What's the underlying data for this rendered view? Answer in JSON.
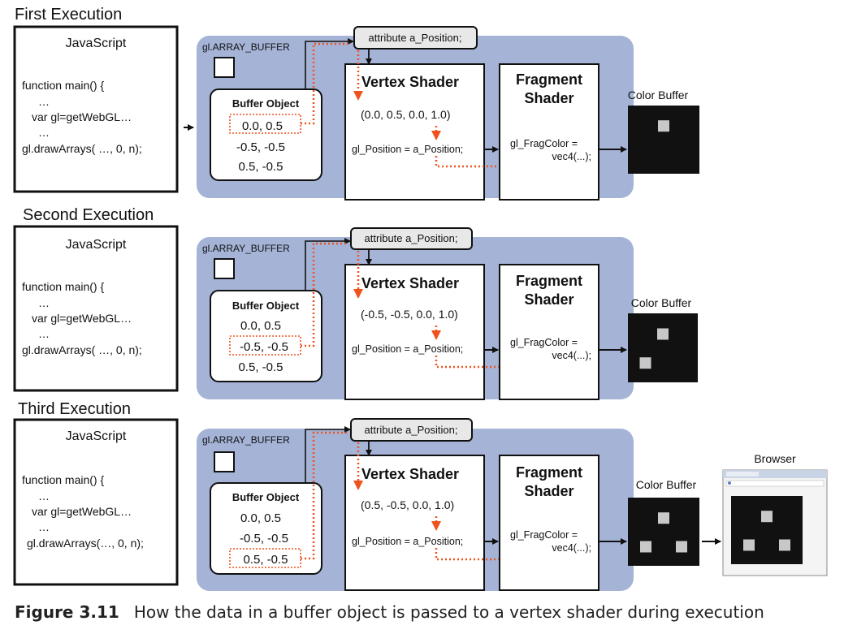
{
  "rows": [
    {
      "title": "First Execution",
      "js_title": "JavaScript",
      "js_lines": [
        "function main() {",
        "…",
        "var gl=getWebGL…",
        "…",
        "gl.drawArrays( …, 0, n);"
      ],
      "buffer_label": "gl.ARRAY_BUFFER",
      "buffer_object_title": "Buffer Object",
      "buffer_values": [
        "0.0,  0.5",
        "-0.5, -0.5",
        "0.5, -0.5"
      ],
      "highlight_index": 0,
      "attribute": "attribute a_Position;",
      "vertex_title": "Vertex Shader",
      "vertex_value": "(0.0,  0.5, 0.0, 1.0)",
      "vertex_assign": "gl_Position = a_Position;",
      "fragment_title": [
        "Fragment",
        "Shader"
      ],
      "fragment_code": [
        "gl_FragColor =",
        "vec4(...);"
      ],
      "color_buffer": "Color Buffer",
      "points": [
        [
          0.5,
          0.3
        ]
      ]
    },
    {
      "title": "Second Execution",
      "js_title": "JavaScript",
      "js_lines": [
        "function main() {",
        "…",
        "var gl=getWebGL…",
        "…",
        "gl.drawArrays( …, 0, n);"
      ],
      "buffer_label": "gl.ARRAY_BUFFER",
      "buffer_object_title": "Buffer Object",
      "buffer_values": [
        "0.0,  0.5",
        "-0.5, -0.5",
        "0.5, -0.5"
      ],
      "highlight_index": 1,
      "attribute": "attribute a_Position;",
      "vertex_title": "Vertex Shader",
      "vertex_value": "(-0.5,  -0.5, 0.0, 1.0)",
      "vertex_assign": "gl_Position = a_Position;",
      "fragment_title": [
        "Fragment",
        "Shader"
      ],
      "fragment_code": [
        "gl_FragColor =",
        "vec4(...);"
      ],
      "color_buffer": "Color Buffer",
      "points": [
        [
          0.5,
          0.3
        ],
        [
          0.25,
          0.72
        ]
      ]
    },
    {
      "title": "Third Execution",
      "js_title": "JavaScript",
      "js_lines": [
        "function main() {",
        "…",
        "var gl=getWebGL…",
        "…",
        "gl.drawArrays(…, 0, n);"
      ],
      "buffer_label": "gl.ARRAY_BUFFER",
      "buffer_object_title": "Buffer Object",
      "buffer_values": [
        "0.0,  0.5",
        "-0.5, -0.5",
        "0.5, -0.5"
      ],
      "highlight_index": 2,
      "attribute": "attribute a_Position;",
      "vertex_title": "Vertex Shader",
      "vertex_value": "(0.5,  -0.5, 0.0, 1.0)",
      "vertex_assign": "gl_Position = a_Position;",
      "fragment_title": [
        "Fragment",
        "Shader"
      ],
      "fragment_code": [
        "gl_FragColor =",
        "vec4(...);"
      ],
      "color_buffer": "Color Buffer",
      "points": [
        [
          0.5,
          0.3
        ],
        [
          0.25,
          0.72
        ],
        [
          0.75,
          0.72
        ]
      ],
      "browser_label": "Browser"
    }
  ],
  "caption": {
    "figure": "Figure 3.11",
    "text": "How the data in a buffer object is passed to a vertex shader during execution"
  },
  "colors": {
    "panel": "#a4b3d6",
    "accent": "#f0521e",
    "attr_fill": "#e8e8e8",
    "buffer_black": "#111111",
    "point": "#c8c8c8"
  }
}
